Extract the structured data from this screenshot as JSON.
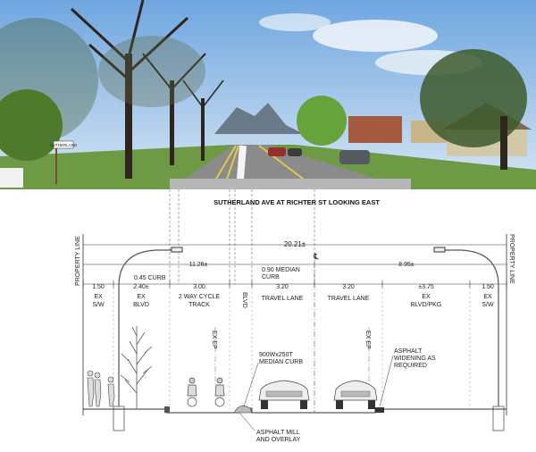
{
  "title": "SUTHERLAND AVE AT RICHTER ST LOOKING EAST",
  "photo": {
    "sign_text": "SUTHERLAND"
  },
  "colors": {
    "line": "#333333",
    "sky": "#9dc3ec",
    "grass": "#5f8a3a",
    "asphalt": "#8b8b8b",
    "lane_yellow": "#e3c84a"
  },
  "dimensions": {
    "overall": "20.21±",
    "west_half": "11.26±",
    "east_half": "8.95±",
    "centerline_symbol": "℄",
    "median_curb": [
      "0.90 MEDIAN",
      "CURB"
    ],
    "curb_west": "0.45 CURB",
    "segments": [
      {
        "id": "ex-sw-west",
        "width": "1.50",
        "label": [
          "EX",
          "S/W"
        ]
      },
      {
        "id": "ex-blvd-west",
        "width": "2.40±",
        "label": [
          "EX",
          "BLVD"
        ]
      },
      {
        "id": "cycle-track",
        "width": "3.00",
        "label": [
          "2 WAY CYCLE",
          "TRACK"
        ]
      },
      {
        "id": "blvd-median",
        "width": "",
        "label": [
          "BLVD"
        ]
      },
      {
        "id": "travel-lane-west",
        "width": "3.20",
        "label": [
          "TRAVEL LANE"
        ]
      },
      {
        "id": "travel-lane-east",
        "width": "3.20",
        "label": [
          "TRAVEL LANE"
        ]
      },
      {
        "id": "ex-blvd-pkg",
        "width": "±3.75",
        "label": [
          "EX",
          "BLVD/PKG"
        ]
      },
      {
        "id": "ex-sw-east",
        "width": "1.50",
        "label": [
          "EX",
          "S/W"
        ]
      }
    ]
  },
  "property_line": "PROPERTY LINE",
  "ex_ep": "EX EP",
  "callouts": {
    "median_curb": [
      "900Wx250T",
      "MEDIAN CURB"
    ],
    "asphalt_widening": [
      "ASPHALT",
      "WIDENING AS",
      "REQUIRED"
    ],
    "asphalt_mill": [
      "ASPHALT MILL",
      "AND OVERLAY"
    ]
  }
}
